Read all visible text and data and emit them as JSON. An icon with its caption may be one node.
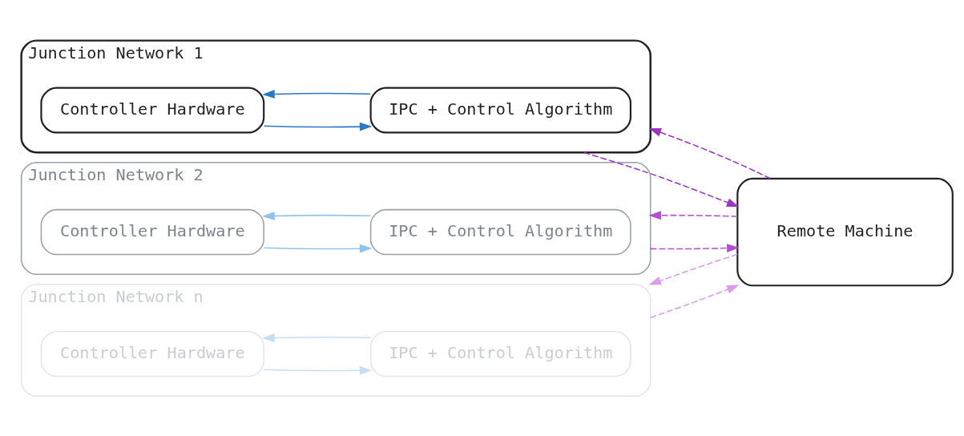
{
  "diagram": {
    "nodes": [
      {
        "text": [
          "Junction Network 1"
        ]
      },
      {
        "text": [
          "Controller Hardware"
        ],
        "in": 0
      },
      {
        "text": [
          "IPC + Control Algorithm"
        ],
        "in": 0
      },
      {
        "text": [
          "Junction Network 2"
        ]
      },
      {
        "text": [
          "Controller Hardware"
        ],
        "in": 3
      },
      {
        "text": [
          "IPC + Control Algorithm"
        ],
        "in": 3
      },
      {
        "text": [
          "Junction Network n"
        ]
      },
      {
        "text": [
          "Controller Hardware"
        ],
        "in": 6
      },
      {
        "text": [
          "IPC + Control Algorithm"
        ],
        "in": 6
      },
      {
        "text": [
          "Remote Machine"
        ]
      }
    ],
    "edges": [
      {
        "from": 1,
        "to": 2,
        "arrow": "to",
        "color": "#2b78c8"
      },
      {
        "from": 2,
        "to": 1,
        "arrow": "to",
        "color": "#2b78c8"
      },
      {
        "from": 0,
        "to": 9,
        "arrow": "to",
        "style": "dashed",
        "color": "#9b35c0"
      },
      {
        "from": 9,
        "to": 0,
        "arrow": "to",
        "style": "dashed",
        "color": "#9b35c0"
      },
      {
        "from": 4,
        "to": 5,
        "arrow": "to",
        "color": "#8ec3f0"
      },
      {
        "from": 5,
        "to": 4,
        "arrow": "to",
        "color": "#8ec3f0"
      },
      {
        "from": 3,
        "to": 9,
        "arrow": "to",
        "style": "dashed",
        "color": "#b44fd0"
      },
      {
        "from": 9,
        "to": 3,
        "arrow": "to",
        "style": "dashed",
        "color": "#b44fd0"
      },
      {
        "from": 7,
        "to": 8,
        "arrow": "to",
        "color": "#c4def5"
      },
      {
        "from": 8,
        "to": 7,
        "arrow": "to",
        "color": "#c4def5"
      },
      {
        "from": 6,
        "to": 9,
        "arrow": "to",
        "style": "dashed",
        "color": "#dc9ceb"
      },
      {
        "from": 9,
        "to": 6,
        "arrow": "to",
        "style": "dashed",
        "color": "#dc9ceb"
      }
    ]
  }
}
